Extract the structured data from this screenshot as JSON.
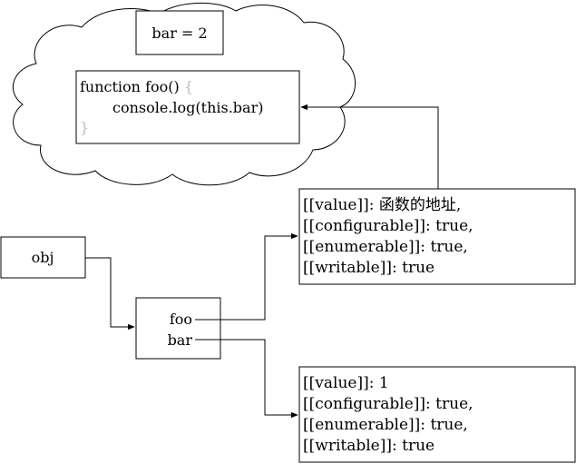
{
  "scope": {
    "bar_label": "bar = 2",
    "function_code": {
      "line1": "function foo() ",
      "line1_brace": "{",
      "line2": "console.log(this.bar)",
      "line3": "}"
    }
  },
  "obj_label": "obj",
  "object_props": [
    "foo",
    "bar"
  ],
  "descriptor_foo": [
    "[[value]]: 函数的地址,",
    "[[configurable]]: true,",
    "[[enumerable]]: true,",
    "[[writable]]: true"
  ],
  "descriptor_bar": [
    "[[value]]: 1",
    "[[configurable]]: true,",
    "[[enumerable]]: true,",
    "[[writable]]: true"
  ]
}
